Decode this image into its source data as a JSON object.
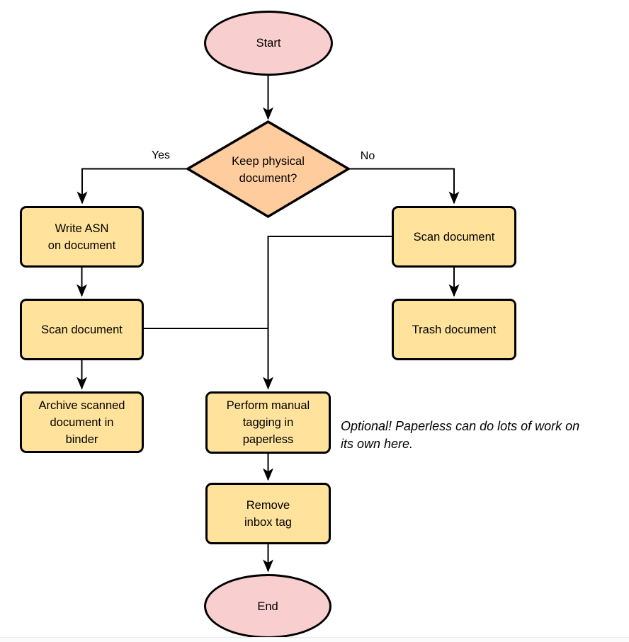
{
  "page": {
    "background": "#ffffff"
  },
  "diagram": {
    "type": "flowchart",
    "nodes": {
      "start": {
        "label": "Start",
        "shape": "terminal"
      },
      "decision": {
        "label": "Keep physical\ndocument?",
        "shape": "decision"
      },
      "write_asn": {
        "label": "Write ASN\non document",
        "shape": "process"
      },
      "scan_left": {
        "label": "Scan document",
        "shape": "process"
      },
      "archive": {
        "label": "Archive scanned\ndocument in\nbinder",
        "shape": "process"
      },
      "scan_right": {
        "label": "Scan document",
        "shape": "process"
      },
      "trash": {
        "label": "Trash document",
        "shape": "process"
      },
      "tagging": {
        "label": "Perform manual\ntagging in\npaperless",
        "shape": "process"
      },
      "remove_inbox": {
        "label": "Remove\ninbox tag",
        "shape": "process"
      },
      "end": {
        "label": "End",
        "shape": "terminal"
      }
    },
    "edges": [
      {
        "from": "start",
        "to": "decision",
        "label": ""
      },
      {
        "from": "decision",
        "to": "write_asn",
        "label": "Yes"
      },
      {
        "from": "decision",
        "to": "scan_right",
        "label": "No"
      },
      {
        "from": "write_asn",
        "to": "scan_left",
        "label": ""
      },
      {
        "from": "scan_left",
        "to": "archive",
        "label": ""
      },
      {
        "from": "scan_right",
        "to": "trash",
        "label": ""
      },
      {
        "from": "scan_right",
        "to": "tagging",
        "label": ""
      },
      {
        "from": "scan_left",
        "to": "tagging",
        "label": ""
      },
      {
        "from": "tagging",
        "to": "remove_inbox",
        "label": ""
      },
      {
        "from": "remove_inbox",
        "to": "end",
        "label": ""
      }
    ],
    "note": "Optional! Paperless can do lots of work on\nits own here.",
    "colors": {
      "terminal_fill": "#f9cece",
      "decision_fill": "#ffcc9e",
      "process_fill": "#ffe29b",
      "stroke": "#000000",
      "text": "#000000"
    }
  }
}
